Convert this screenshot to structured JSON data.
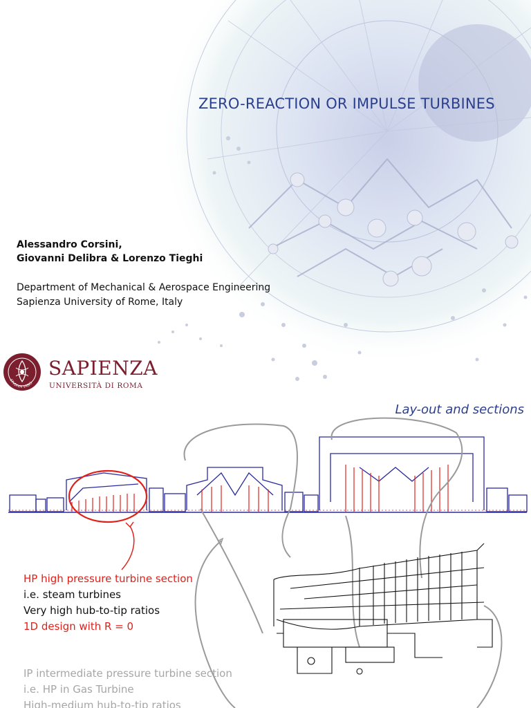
{
  "slide1": {
    "title": "ZERO-REACTION OR IMPULSE TURBINES",
    "authors": [
      "Alessandro Corsini,",
      "Giovanni Delibra & Lorenzo Tieghi"
    ],
    "department": [
      "Department of Mechanical & Aerospace Engineering",
      "Sapienza University of Rome, Italy"
    ],
    "logo": {
      "name": "SAPIENZA",
      "subtitle": "UNIVERSITÀ DI ROMA",
      "seal_text": "STVDIVM VRBIS"
    },
    "colors": {
      "title": "#2c3f8c",
      "logo": "#7b1e2e"
    }
  },
  "slide2": {
    "heading": "Lay-out and sections",
    "hp_section": {
      "lines": [
        "HP high pressure turbine section",
        "i.e. steam turbines",
        "Very high hub-to-tip ratios",
        "1D design with R = 0"
      ]
    },
    "ip_section": {
      "lines": [
        "IP intermediate pressure turbine section",
        "i.e. HP in Gas Turbine",
        "High-medium hub-to-tip ratios"
      ]
    },
    "colors": {
      "heading": "#2c3f8c",
      "highlight": "#e0211b",
      "drawing": "#2a2aa0",
      "muted": "#a6a6a6"
    }
  }
}
